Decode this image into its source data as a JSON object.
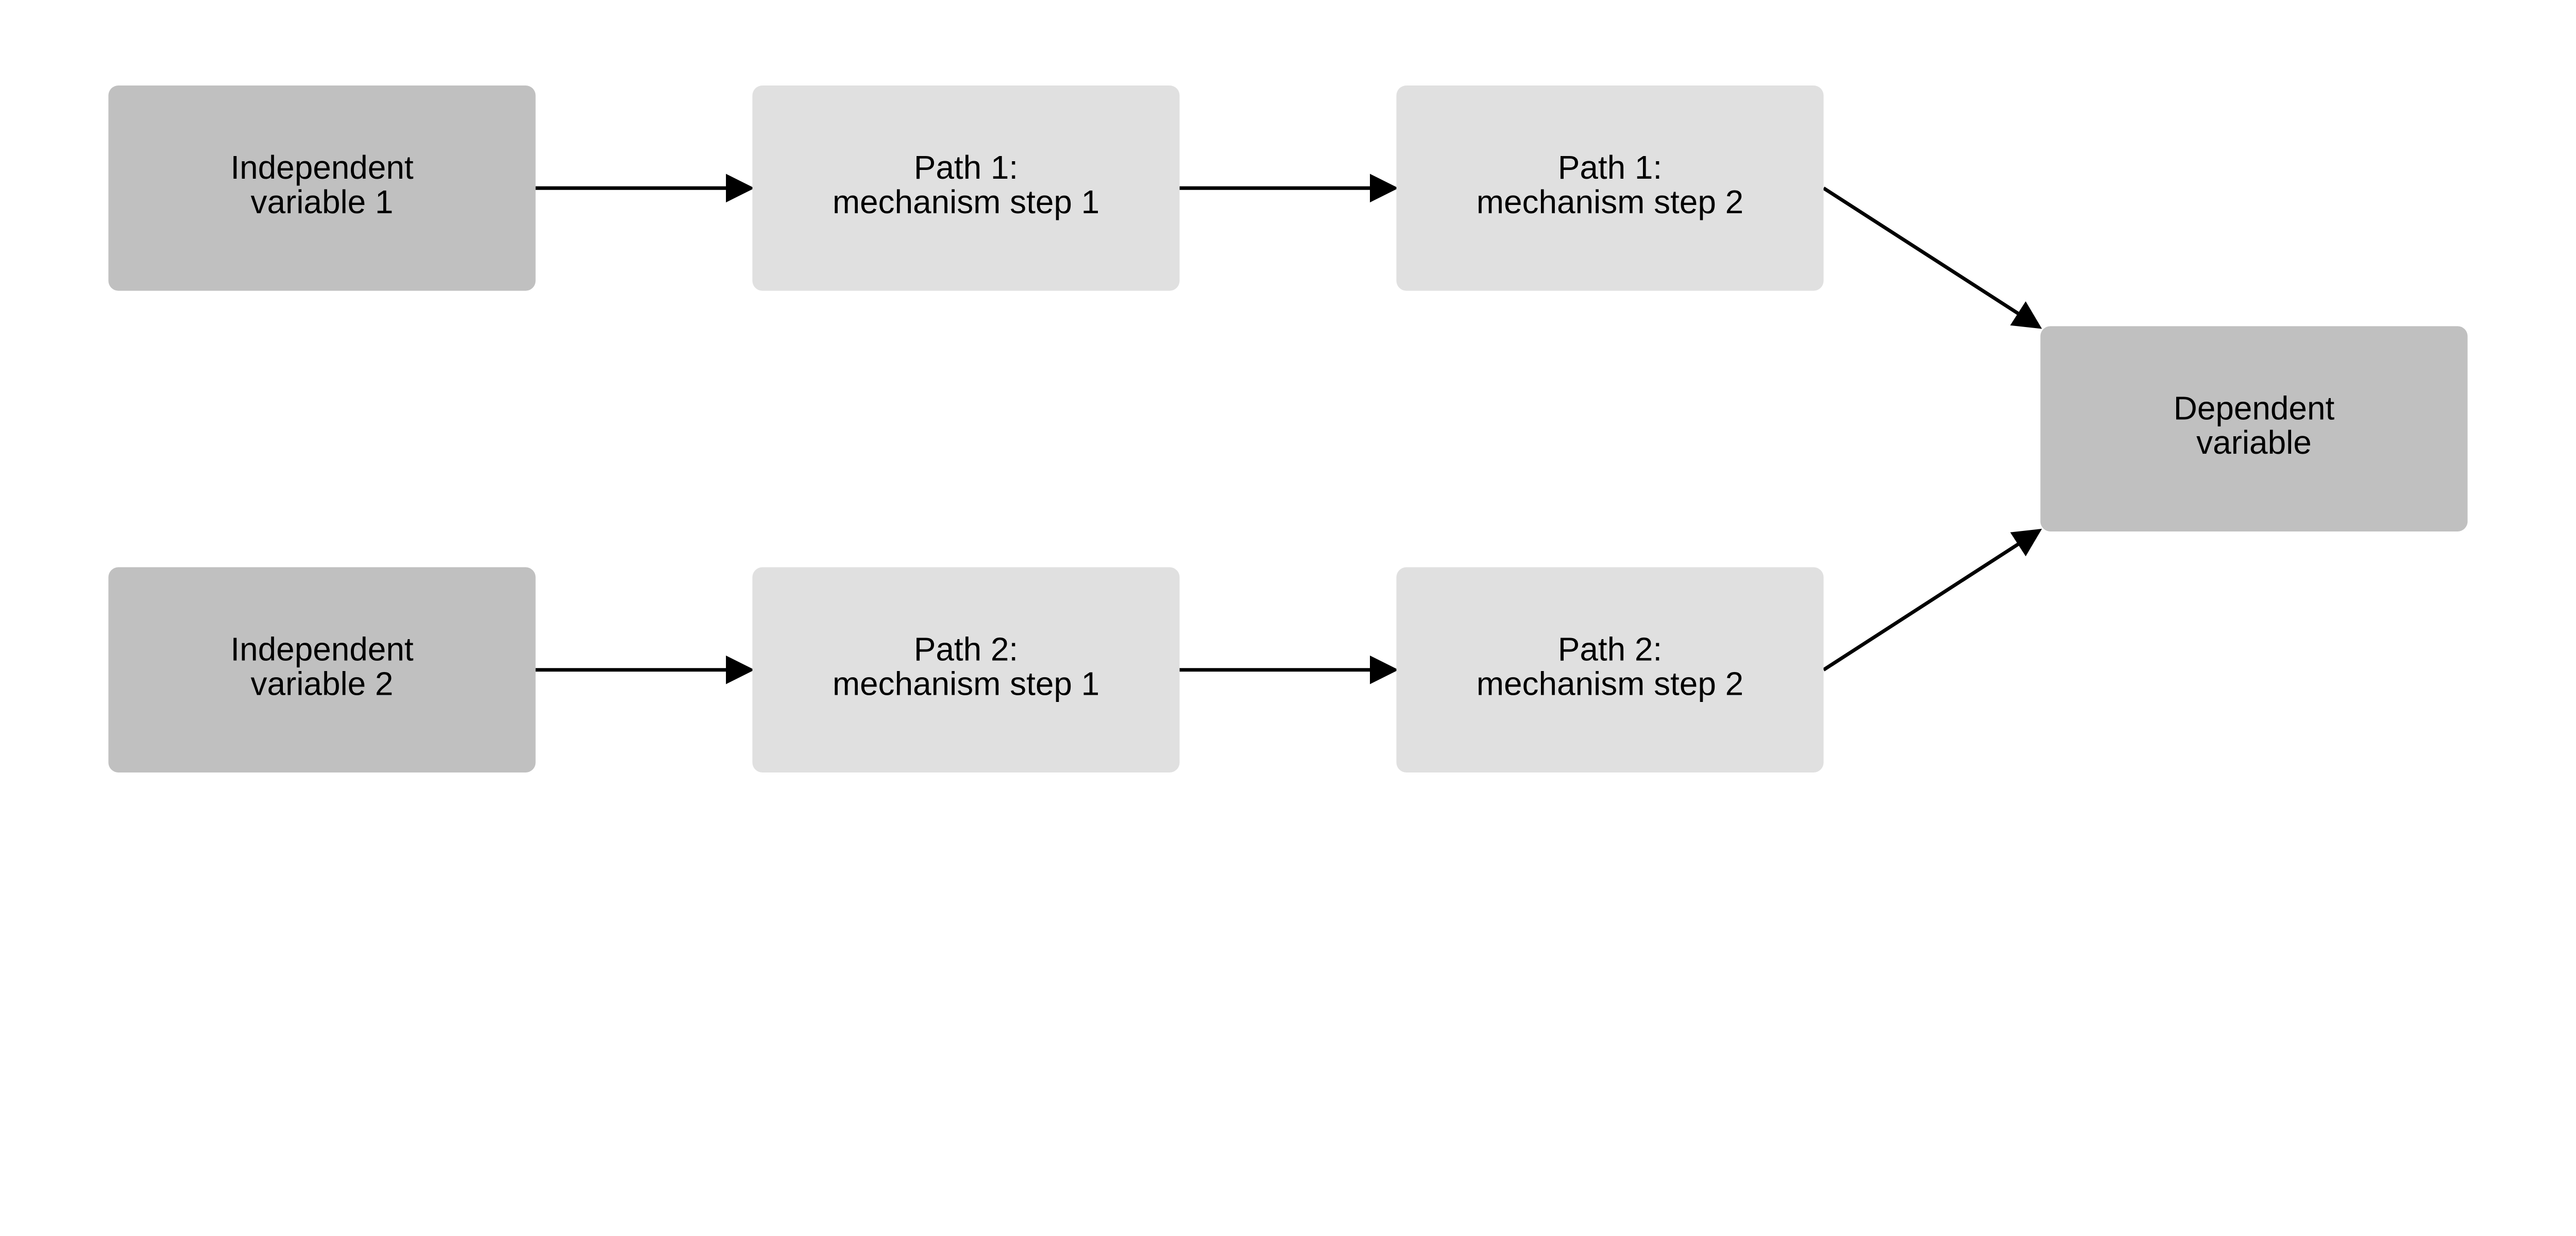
{
  "diagram": {
    "colors": {
      "variable_box": "#c0c0c0",
      "mechanism_box": "#e0e0e0",
      "arrow": "#000000",
      "background": "#ffffff"
    },
    "nodes": [
      {
        "id": "iv1",
        "lines": [
          "Independent",
          "variable 1"
        ],
        "kind": "variable"
      },
      {
        "id": "p1s1",
        "lines": [
          "Path 1:",
          "mechanism step 1"
        ],
        "kind": "mechanism"
      },
      {
        "id": "p1s2",
        "lines": [
          "Path 1:",
          "mechanism step 2"
        ],
        "kind": "mechanism"
      },
      {
        "id": "iv2",
        "lines": [
          "Independent",
          "variable 2"
        ],
        "kind": "variable"
      },
      {
        "id": "p2s1",
        "lines": [
          "Path 2:",
          "mechanism step 1"
        ],
        "kind": "mechanism"
      },
      {
        "id": "p2s2",
        "lines": [
          "Path 2:",
          "mechanism step 2"
        ],
        "kind": "mechanism"
      },
      {
        "id": "dv",
        "lines": [
          "Dependent",
          "variable"
        ],
        "kind": "variable"
      }
    ],
    "edges": [
      {
        "from": "iv1",
        "to": "p1s1"
      },
      {
        "from": "p1s1",
        "to": "p1s2"
      },
      {
        "from": "p1s2",
        "to": "dv"
      },
      {
        "from": "iv2",
        "to": "p2s1"
      },
      {
        "from": "p2s1",
        "to": "p2s2"
      },
      {
        "from": "p2s2",
        "to": "dv"
      }
    ]
  }
}
